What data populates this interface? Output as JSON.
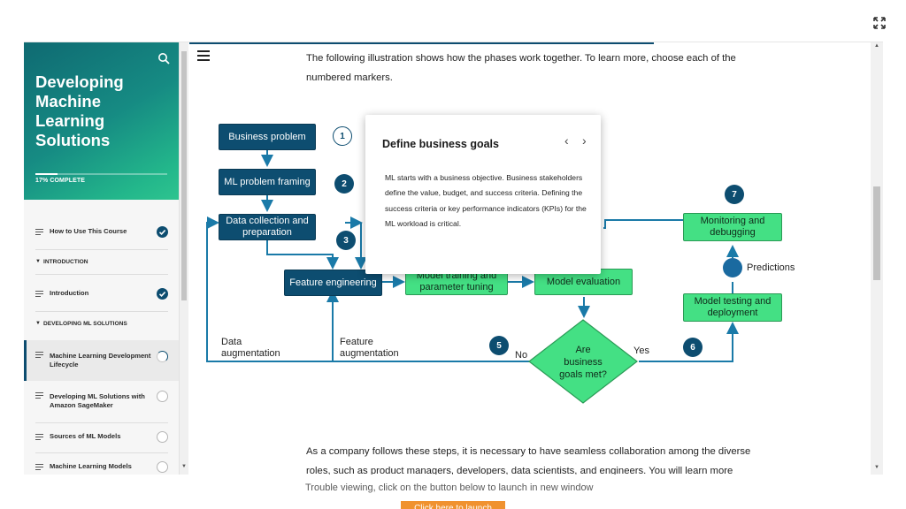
{
  "sidebar": {
    "course_title": "Developing Machine Learning Solutions",
    "progress_label": "17% COMPLETE",
    "progress_fraction": 0.17,
    "items": [
      {
        "label": "How to Use This Course",
        "status": "done"
      },
      {
        "label": "INTRODUCTION",
        "type": "section"
      },
      {
        "label": "Introduction",
        "status": "done"
      },
      {
        "label": "DEVELOPING ML SOLUTIONS",
        "type": "section"
      },
      {
        "label": "Machine Learning Development Lifecycle",
        "status": "in-progress"
      },
      {
        "label": "Developing ML Solutions with Amazon SageMaker",
        "status": "not-started"
      },
      {
        "label": "Sources of ML Models",
        "status": "not-started"
      },
      {
        "label": "Machine Learning Models",
        "status": "not-started"
      }
    ]
  },
  "main": {
    "intro_text": "The following illustration shows how the phases work together. To learn more, choose each of the numbered markers.",
    "outro_text": "As a company follows these steps, it is necessary to have seamless collaboration among the diverse roles, such as product managers, developers, data scientists, and engineers. You will learn more"
  },
  "diagram": {
    "boxes": {
      "business_problem": "Business problem",
      "ml_problem_framing": "ML problem framing",
      "data_collection": "Data collection and preparation",
      "feature_engineering": "Feature engineering",
      "model_training": "Model training and parameter tuning",
      "model_evaluation": "Model evaluation",
      "monitoring": "Monitoring and debugging",
      "model_testing": "Model testing and deployment",
      "decision": "Are business goals met?"
    },
    "labels": {
      "predictions": "Predictions",
      "data_augmentation": "Data augmentation",
      "feature_augmentation": "Feature augmentation",
      "no": "No",
      "yes": "Yes"
    },
    "markers": [
      "1",
      "2",
      "3",
      "5",
      "6",
      "7"
    ]
  },
  "popup": {
    "title": "Define business goals",
    "body": "ML starts with a business objective. Business stakeholders define the value, budget, and success criteria. Defining the success criteria or key performance indicators (KPIs) for the ML workload is critical."
  },
  "footer": {
    "trouble_text": "Trouble viewing, click on the button below to launch in new window",
    "launch_label": "Click here to launch"
  },
  "colors": {
    "accent": "#0d4d70",
    "green_box": "#44e084",
    "launch_button": "#f0922f"
  }
}
